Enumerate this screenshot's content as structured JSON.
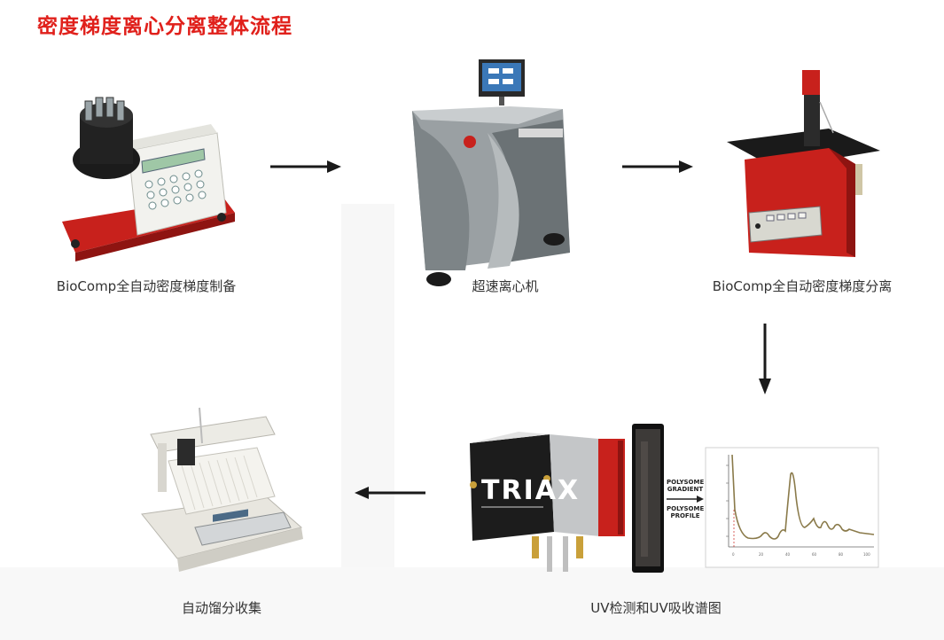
{
  "title": "密度梯度离心分离整体流程",
  "steps": [
    {
      "id": "gradient-preparation",
      "label": "BioComp全自动密度梯度制备"
    },
    {
      "id": "ultracentrifuge",
      "label": "超速离心机"
    },
    {
      "id": "gradient-fractionation",
      "label": "BioComp全自动密度梯度分离"
    },
    {
      "id": "uv-detection",
      "label": "UV检测和UV吸收谱图"
    },
    {
      "id": "fraction-collection",
      "label": "自动馏分收集"
    }
  ],
  "uv_device": {
    "brand_text": "TRIAX",
    "tube_labels": [
      "POLYSOME GRADIENT",
      "POLYSOME PROFILE"
    ]
  },
  "colors": {
    "title": "#e0201b",
    "arrow": "#1a1a1a",
    "device_red": "#c8211c",
    "profile_line": "#8a7a4a"
  }
}
